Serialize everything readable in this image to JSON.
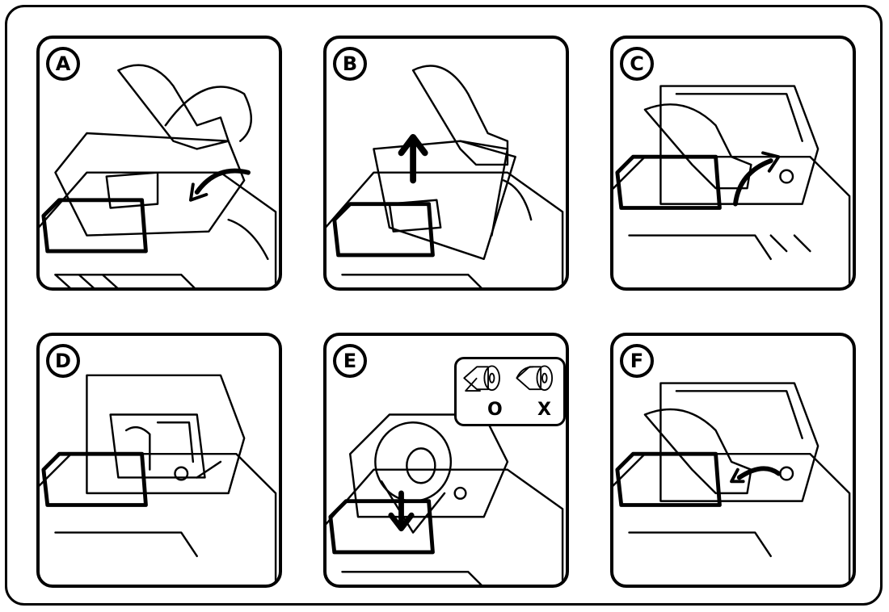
{
  "panels": [
    {
      "id": "A",
      "label": "A"
    },
    {
      "id": "B",
      "label": "B"
    },
    {
      "id": "C",
      "label": "C"
    },
    {
      "id": "D",
      "label": "D"
    },
    {
      "id": "E",
      "label": "E"
    },
    {
      "id": "F",
      "label": "F"
    }
  ],
  "legend": {
    "correct_mark": "O",
    "wrong_mark": "X"
  }
}
